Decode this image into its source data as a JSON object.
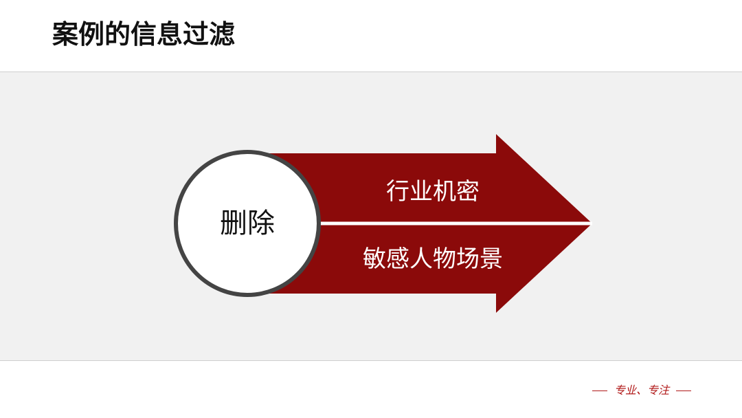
{
  "slide": {
    "title": "案例的信息过滤"
  },
  "diagram": {
    "center_label": "删除",
    "arrow_top_label": "行业机密",
    "arrow_bottom_label": "敏感人物场景",
    "colors": {
      "arrow_fill": "#8b0a0a",
      "divider": "#ffffff",
      "circle_fill": "#ffffff",
      "circle_stroke": "#444444",
      "panel_background": "#f1f1f1"
    }
  },
  "footer": {
    "tagline": "专业、专注",
    "color": "#b01818"
  }
}
